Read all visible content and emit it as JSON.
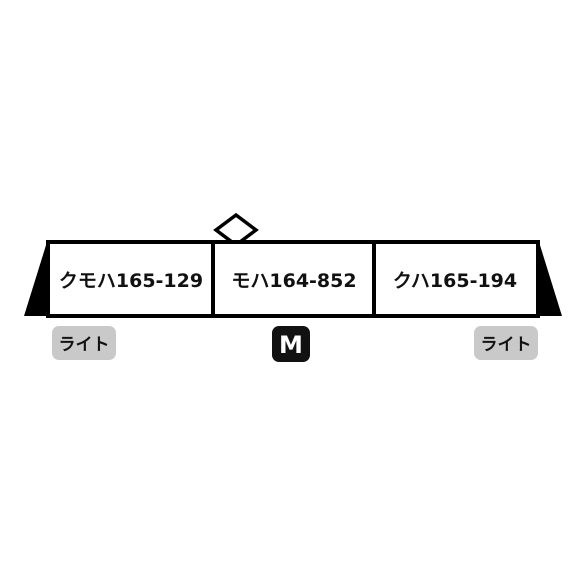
{
  "train": {
    "cars": [
      {
        "label": "クモハ165-129"
      },
      {
        "label": "モハ164-852"
      },
      {
        "label": "クハ165-194"
      }
    ],
    "pantograph": {
      "icon": "pantograph-icon"
    },
    "badges": {
      "left_light": "ライト",
      "motor": "M",
      "right_light": "ライト"
    }
  },
  "colors": {
    "outline": "#000000",
    "light_badge_bg": "#c9c9c9",
    "motor_badge_bg": "#111111",
    "motor_badge_text": "#ffffff"
  }
}
